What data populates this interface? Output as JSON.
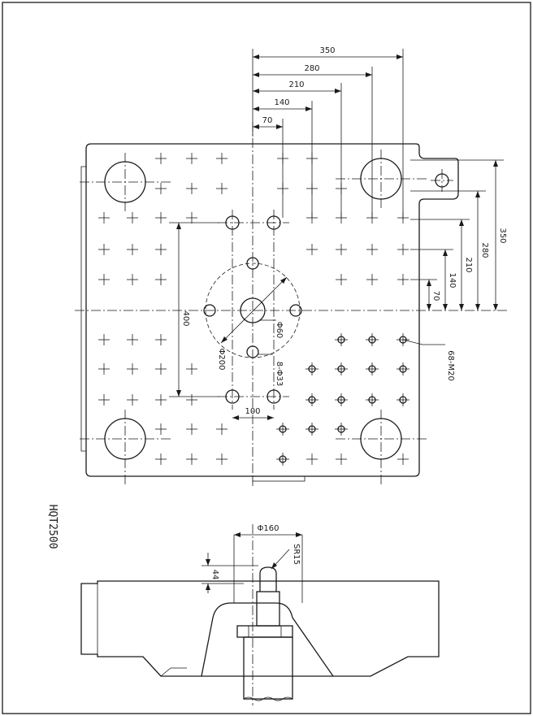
{
  "model": "HQT2500",
  "top_dims": [
    "350",
    "280",
    "210",
    "140",
    "70"
  ],
  "right_dims": [
    "350",
    "280",
    "210",
    "140",
    "70"
  ],
  "center_hole_dims": {
    "pcd": "Φ200",
    "bore": "Φ60",
    "bolt_holes": "8-Φ33"
  },
  "tapped_holes": "68-M20",
  "vertical_span": "400",
  "horizontal_span": "100",
  "side_view": {
    "diameter": "Φ160",
    "radius": "SR15",
    "height": "44"
  }
}
